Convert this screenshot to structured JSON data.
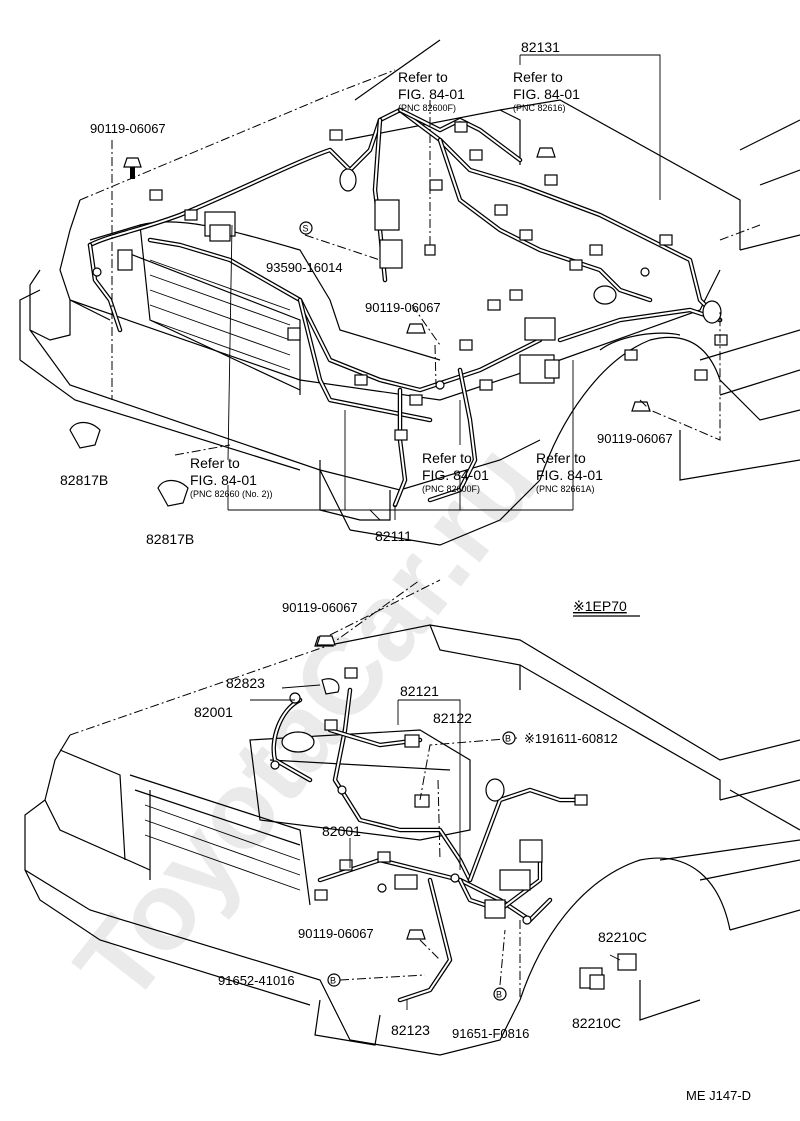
{
  "watermark": "ToyotaCar.ru",
  "top": {
    "refer_82600f": {
      "line1": "Refer to",
      "line2": "FIG. 84-01",
      "line3": "(PNC 82600F)"
    },
    "refer_82616": {
      "line1": "Refer to",
      "line2": "FIG. 84-01",
      "line3": "(PNC 82616)"
    },
    "refer_82660": {
      "line1": "Refer to",
      "line2": "FIG. 84-01",
      "line3": "(PNC 82660 (No. 2))"
    },
    "refer_82600f_b": {
      "line1": "Refer to",
      "line2": "FIG. 84-01",
      "line3": "(PNC 82600F)"
    },
    "refer_82661a": {
      "line1": "Refer to",
      "line2": "FIG. 84-01",
      "line3": "(PNC 82661A)"
    },
    "parts": {
      "p82131": "82131",
      "p90119_a": "90119-06067",
      "p93590": "93590-16014",
      "s_mark": "S",
      "p90119_b": "90119-06067",
      "p90119_c": "90119-06067",
      "p82817b_a": "82817B",
      "p82817b_b": "82817B",
      "p82111": "82111"
    }
  },
  "bottom": {
    "variant": "※1EP70",
    "parts": {
      "p90119_a": "90119-06067",
      "p82823": "82823",
      "p82001_a": "82001",
      "p82121": "82121",
      "p82122": "82122",
      "p191611": "※191611-60812",
      "p82001_b": "82001",
      "p90119_b": "90119-06067",
      "p91652": "91652-41016",
      "p82123": "82123",
      "p91651": "91651-F0816",
      "p82210c_a": "82210C",
      "p82210c_b": "82210C",
      "b_mark": "B"
    }
  },
  "footer_code": "ME  J147-D"
}
